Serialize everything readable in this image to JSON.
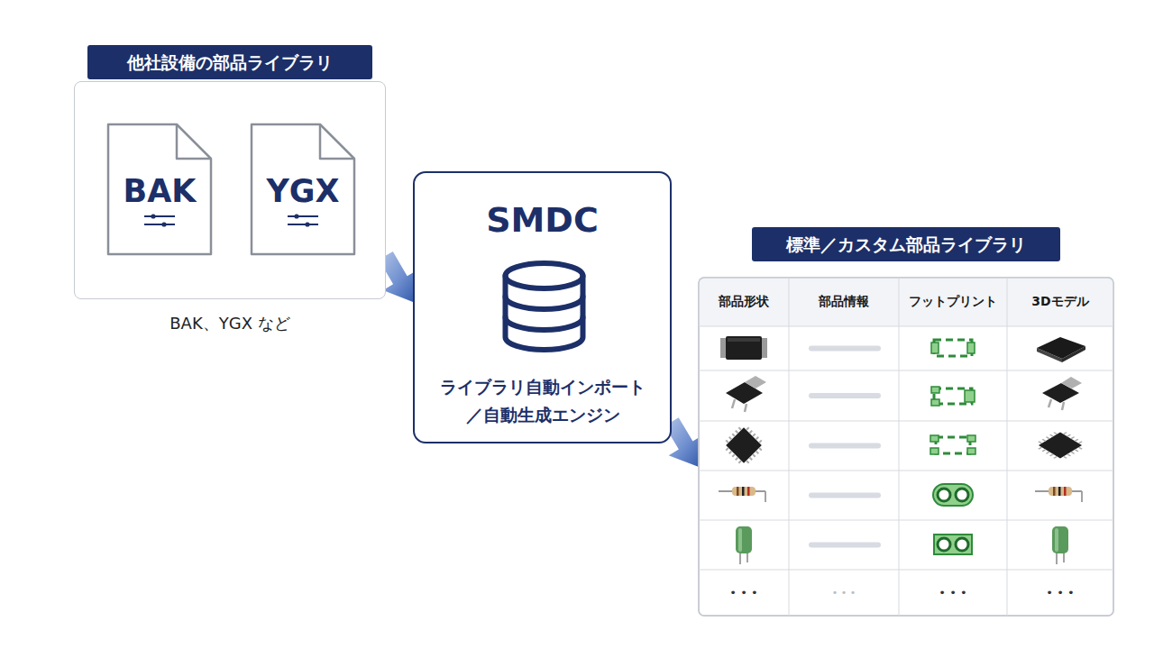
{
  "diagram": {
    "nodes": [
      {
        "text": [
          "他社設備の部品ライブラリ"
        ]
      },
      {
        "text": [
          "BAK"
        ],
        "in": 0
      },
      {
        "text": [
          "YGX"
        ],
        "in": 0
      },
      {
        "text": [
          "SMDC",
          "ライブラリ自動インポート／自動生成エンジン"
        ]
      },
      {
        "text": [
          "標準／カスタム部品ライブラリ"
        ]
      }
    ],
    "edges": [
      {
        "from": 0,
        "to": 3,
        "arrow": "to"
      },
      {
        "from": 3,
        "to": 4,
        "arrow": "to"
      }
    ],
    "labels": [
      "BAK、YGX など",
      "部品形状",
      "部品情報",
      "フットプリント",
      "3Dモデル",
      "• • •",
      "• • •",
      "• • •",
      "• • •"
    ]
  }
}
